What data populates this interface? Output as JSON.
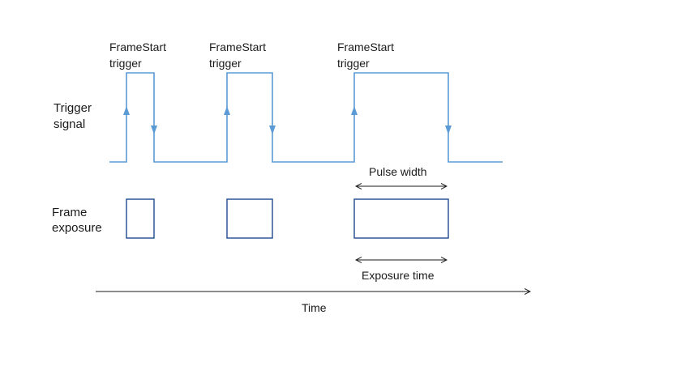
{
  "colors": {
    "signal": "#5b9bd5",
    "exposure": "#2f5597",
    "arrow": "#1a1a1a",
    "text": "#1a1a1a"
  },
  "rows": {
    "trigger_label_line1": "Trigger",
    "trigger_label_line2": "signal",
    "exposure_label_line1": "Frame",
    "exposure_label_line2": "exposure"
  },
  "triggers": [
    {
      "label_line1": "FrameStart",
      "label_line2": "trigger"
    },
    {
      "label_line1": "FrameStart",
      "label_line2": "trigger"
    },
    {
      "label_line1": "FrameStart",
      "label_line2": "trigger"
    }
  ],
  "annotations": {
    "pulse_width": "Pulse width",
    "exposure_time": "Exposure time"
  },
  "time_axis": {
    "label": "Time"
  },
  "icons": {
    "rising_edge": "up-arrow-icon",
    "falling_edge": "down-arrow-icon",
    "span": "double-headed-arrow-icon",
    "axis": "right-arrow-icon"
  }
}
